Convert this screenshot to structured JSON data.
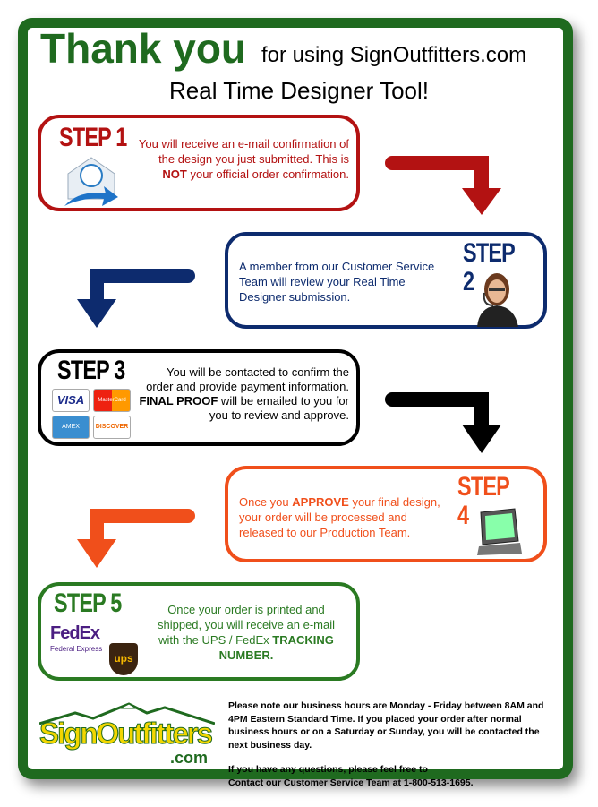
{
  "header": {
    "thank_you": "Thank you",
    "for_using": "for using SignOutfitters.com",
    "subtitle": "Real Time Designer Tool!"
  },
  "steps": [
    {
      "label": "STEP 1",
      "text_pre": "You will receive an e-mail confirmation of the design you just submitted.  This is ",
      "text_bold": "NOT",
      "text_post": " your official order confirmation.",
      "color": "#b31212",
      "icon": "email-icon"
    },
    {
      "label": "STEP 2",
      "text": "A member from our Customer Service Team will review your Real Time Designer submission.",
      "color": "#0d2b6e",
      "icon": "customer-service-agent-icon"
    },
    {
      "label": "STEP 3",
      "text_pre": "You will be contacted to confirm the order and provide payment information. ",
      "text_bold": "FINAL PROOF",
      "text_post": " will be emailed to you for you to review and approve.",
      "color": "#000000",
      "cards": [
        "VISA",
        "MasterCard",
        "AMEX",
        "DISCOVER"
      ]
    },
    {
      "label": "STEP 4",
      "text_pre": "Once you ",
      "text_bold": "APPROVE",
      "text_post": " your final design, your order will be processed and released to our Production Team.",
      "color": "#f04f1b",
      "icon": "production-machine-icon"
    },
    {
      "label": "STEP 5",
      "text_pre": "Once your order is printed and shipped, you will receive an e-mail with the UPS / FedEx ",
      "text_bold": "TRACKING NUMBER.",
      "color": "#2a7a22",
      "carriers": {
        "fedex": "FedEx",
        "fedex_sub": "Federal Express",
        "ups": "ups"
      }
    }
  ],
  "logo": {
    "name": "SignOutfitters",
    "suffix": ".com"
  },
  "footer": {
    "hours": "Please note our business hours are Monday - Friday between 8AM and 4PM Eastern Standard Time. If you placed your order after normal business hours or on a Saturday or Sunday, you will be contacted the next business day.",
    "questions": "If you have any questions, please feel free to",
    "contact": "Contact our Customer Service Team at 1-800-513-1695."
  }
}
